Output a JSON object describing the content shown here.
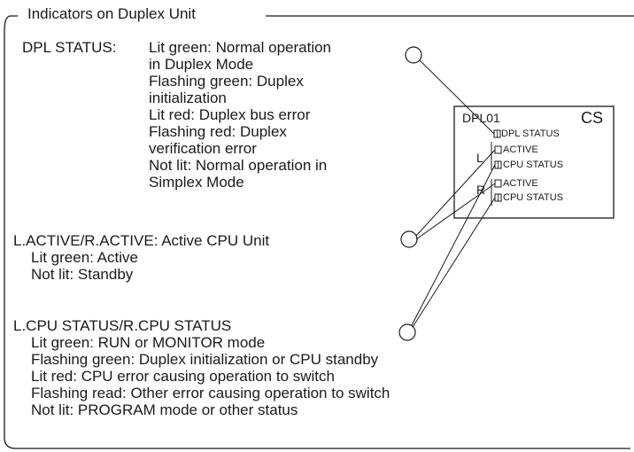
{
  "frame_title": "Indicators on Duplex Unit",
  "dpl_status": {
    "label": "DPL STATUS:",
    "lines": [
      "Lit green: Normal operation",
      "in Duplex Mode",
      "Flashing green: Duplex",
      "initialization",
      "Lit red: Duplex bus error",
      "Flashing red: Duplex",
      "verification error",
      "Not lit: Normal operation in",
      "Simplex Mode"
    ]
  },
  "active": {
    "heading": "L.ACTIVE/R.ACTIVE: Active CPU Unit",
    "lines": [
      "Lit green: Active",
      "Not lit: Standby"
    ]
  },
  "cpu_status": {
    "heading": "L.CPU STATUS/R.CPU STATUS",
    "lines": [
      "Lit green: RUN or MONITOR mode",
      "Flashing green: Duplex initialization or CPU standby",
      "Lit red: CPU error causing operation to switch",
      "Flashing read: Other error causing operation to switch",
      "Not lit: PROGRAM mode or other status"
    ]
  },
  "unit": {
    "name": "DPL01",
    "brand": "CS",
    "left_label": "L",
    "right_label": "R",
    "indicators": [
      "DPL STATUS",
      "ACTIVE",
      "CPU STATUS",
      "ACTIVE",
      "CPU STATUS"
    ]
  }
}
